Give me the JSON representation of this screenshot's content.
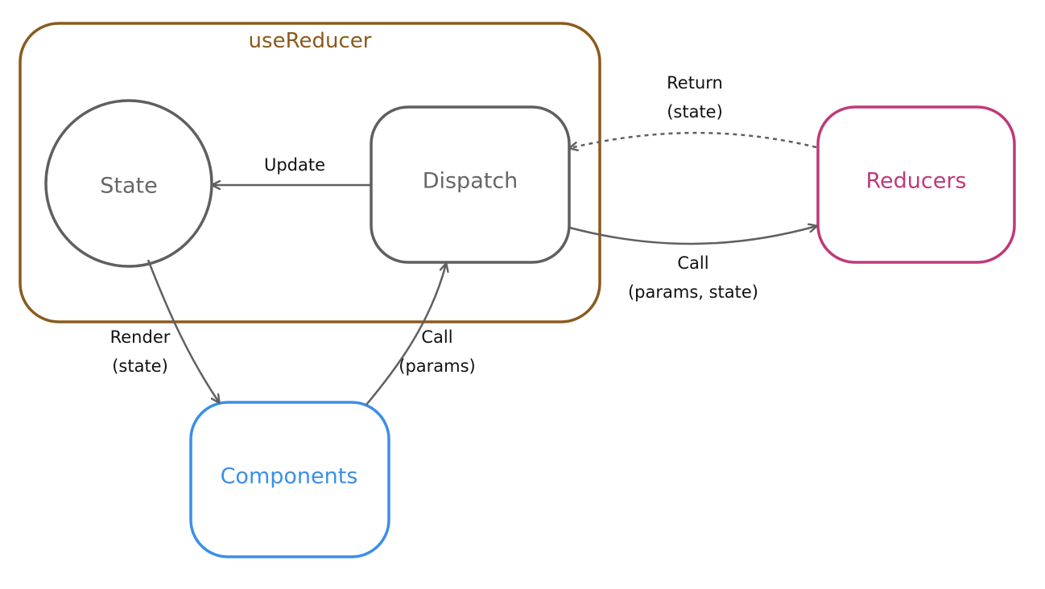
{
  "colors": {
    "group": "#8b5a1e",
    "neutral": "#5f5f5f",
    "reducers": "#c0397a",
    "components": "#3b8fe8",
    "edge": "#606060",
    "edge_label": "#111111"
  },
  "group": {
    "label": "useReducer"
  },
  "nodes": {
    "state": {
      "label": "State"
    },
    "dispatch": {
      "label": "Dispatch"
    },
    "reducers": {
      "label": "Reducers"
    },
    "components": {
      "label": "Components"
    }
  },
  "edges": {
    "update": {
      "label": "Update"
    },
    "return": {
      "line1": "Return",
      "line2": "(state)"
    },
    "call_reducer": {
      "line1": "Call",
      "line2": "(params, state)"
    },
    "render": {
      "line1": "Render",
      "line2": "(state)"
    },
    "call_dispatch": {
      "line1": "Call",
      "line2": "(params)"
    }
  }
}
